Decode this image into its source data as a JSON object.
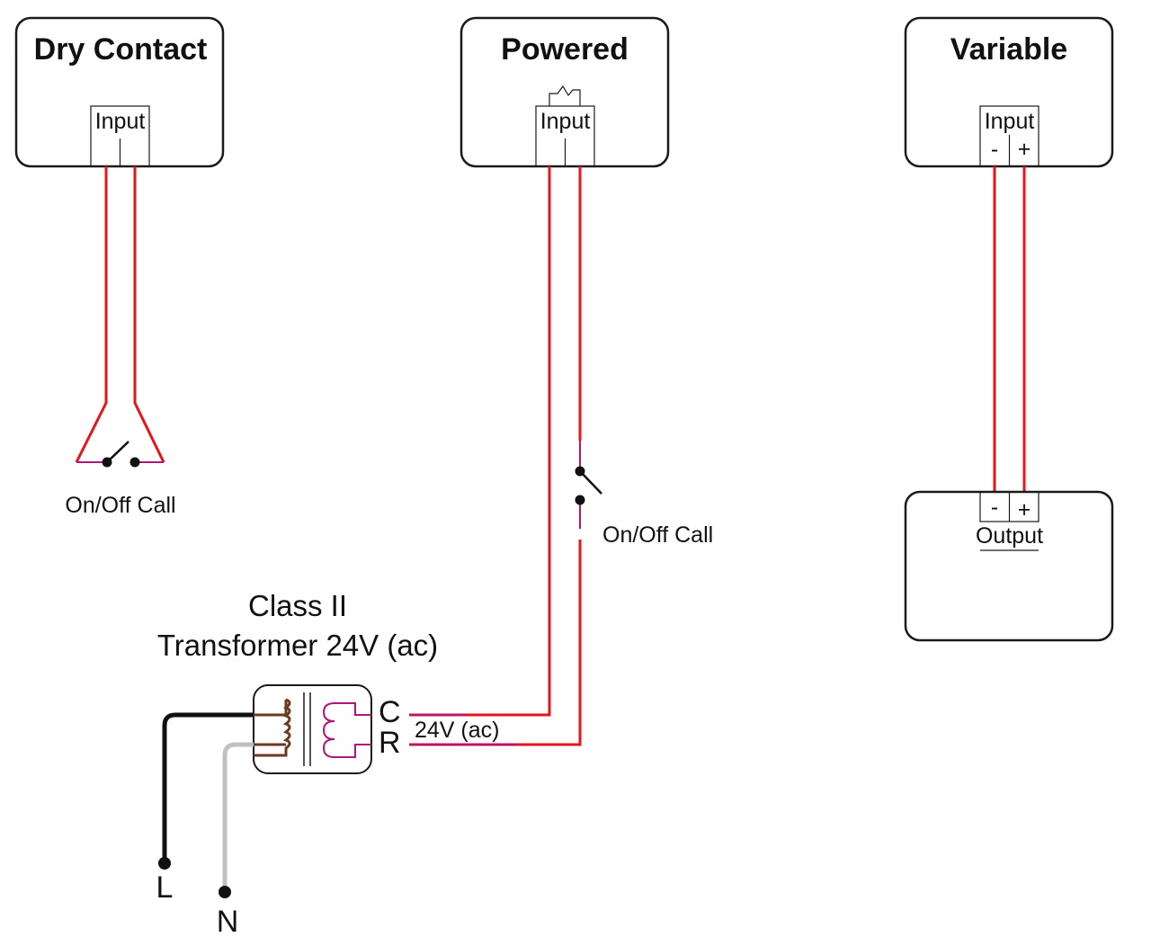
{
  "dry_contact": {
    "title": "Dry Contact",
    "input_label": "Input",
    "switch_label": "On/Off Call"
  },
  "powered": {
    "title": "Powered",
    "input_label": "Input",
    "switch_label": "On/Off Call"
  },
  "variable": {
    "title": "Variable",
    "input_label": "Input",
    "input_minus": "-",
    "input_plus": "+",
    "output_label": "Output",
    "output_minus": "-",
    "output_plus": "+"
  },
  "transformer": {
    "title_line1": "Class II",
    "title_line2": "Transformer 24V (ac)",
    "terminal_c": "C",
    "terminal_r": "R",
    "voltage_label": "24V (ac)",
    "line_label": "L",
    "neutral_label": "N"
  },
  "colors": {
    "wire_red": "#e8141b",
    "wire_magenta": "#b0157a",
    "coil_primary": "#6b3a1f",
    "line_black": "#111111",
    "neutral_gray": "#c0c0c0"
  }
}
